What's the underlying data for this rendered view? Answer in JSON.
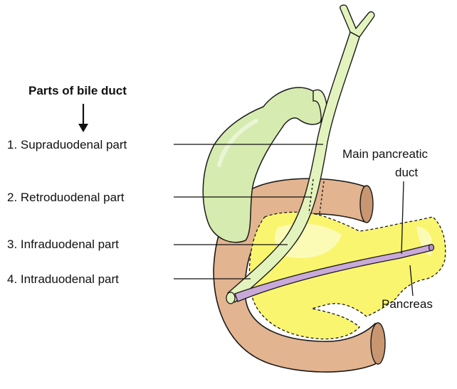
{
  "diagram": {
    "heading": "Parts of bile duct",
    "parts": [
      {
        "label": "1. Supraduodenal part"
      },
      {
        "label": "2. Retroduodenal part"
      },
      {
        "label": "3. Infraduodenal part"
      },
      {
        "label": "4. Intraduodenal part"
      }
    ],
    "main_duct_label_line1": "Main pancreatic",
    "main_duct_label_line2": "duct",
    "pancreas_label": "Pancreas"
  },
  "colors": {
    "duodenum": "#e2b48f",
    "duodenum_dark": "#c89670",
    "pancreas": "#faf56e",
    "pancreas_light": "#fdfcc8",
    "gallbladder": "#d6ebb0",
    "duct": "#e3f3bd",
    "pancreatic_duct": "#c9a9d9",
    "outline": "#1a1a1a"
  }
}
